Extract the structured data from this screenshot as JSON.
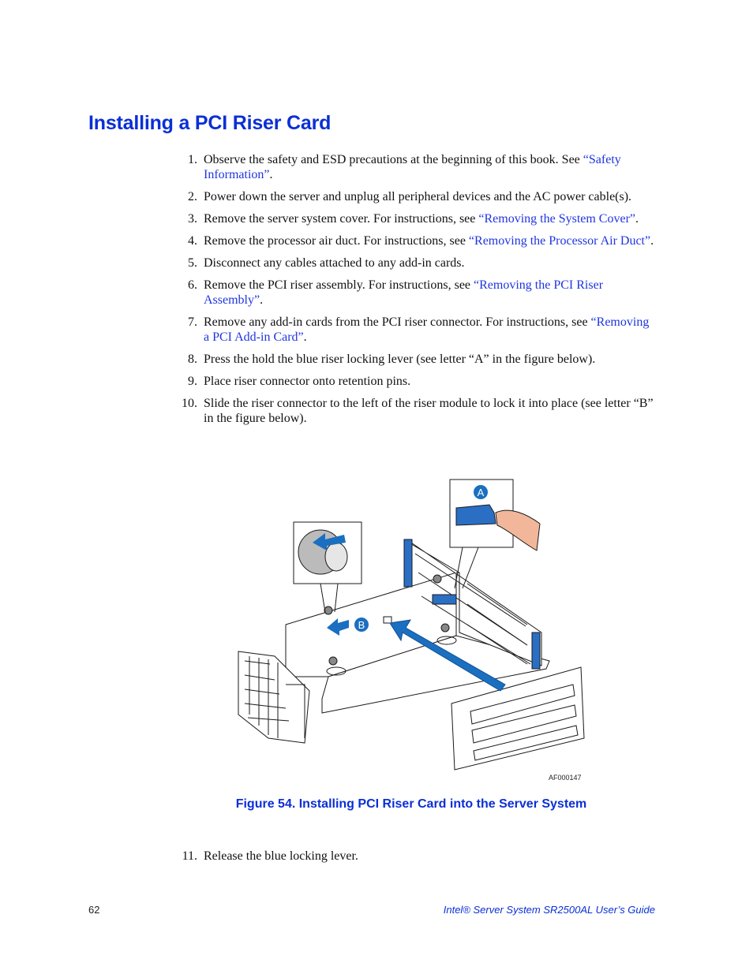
{
  "title": "Installing a PCI Riser Card",
  "steps": [
    {
      "num": "1.",
      "text": "Observe the safety and ESD precautions at the beginning of this book. See ",
      "link": "“Safety Information”",
      "after": "."
    },
    {
      "num": "2.",
      "text": "Power down the server and unplug all peripheral devices and the AC power cable(s).",
      "link": "",
      "after": ""
    },
    {
      "num": "3.",
      "text": "Remove the server system cover. For instructions, see ",
      "link": "“Removing the System Cover”",
      "after": "."
    },
    {
      "num": "4.",
      "text": "Remove the processor air duct. For instructions, see ",
      "link": "“Removing the Processor Air Duct”",
      "after": "."
    },
    {
      "num": "5.",
      "text": "Disconnect any cables attached to any add-in cards.",
      "link": "",
      "after": ""
    },
    {
      "num": "6.",
      "text": "Remove the PCI riser assembly. For instructions, see ",
      "link": "“Removing the PCI Riser Assembly”",
      "after": "."
    },
    {
      "num": "7.",
      "text": "Remove any add-in cards from the PCI riser connector. For instructions, see ",
      "link": "“Removing a PCI Add-in Card”",
      "after": "."
    },
    {
      "num": "8.",
      "text": "Press the hold the blue riser locking lever (see letter “A” in the figure below).",
      "link": "",
      "after": ""
    },
    {
      "num": "9.",
      "text": "Place riser connector onto retention pins.",
      "link": "",
      "after": ""
    },
    {
      "num": "10.",
      "text": "Slide the riser connector to the left of the riser module to lock it into place (see letter “B” in the figure below).",
      "link": "",
      "after": ""
    }
  ],
  "figure": {
    "label_a": "A",
    "label_b": "B",
    "code": "AF000147",
    "caption": "Figure 54. Installing PCI Riser Card into the Server System",
    "colors": {
      "accent": "#1a6fc0",
      "skin": "#f2b79a",
      "line": "#1a1a1a"
    }
  },
  "step11": {
    "num": "11.",
    "text": "Release the blue locking lever."
  },
  "footer": {
    "page": "62",
    "guide": "Intel® Server System SR2500AL User’s Guide"
  }
}
